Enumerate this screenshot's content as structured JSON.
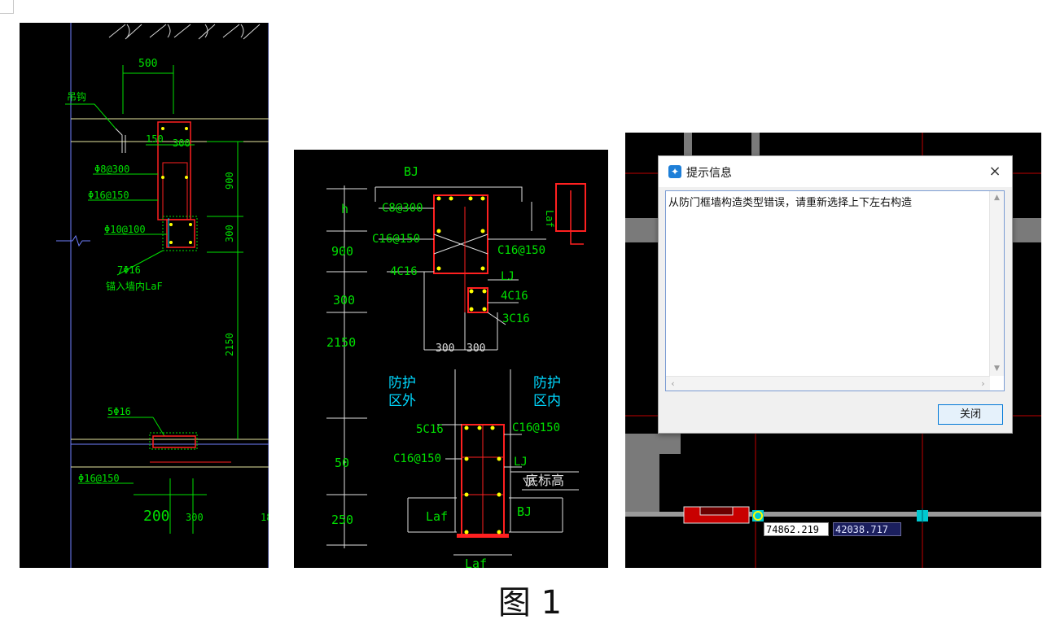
{
  "panel1": {
    "dims": {
      "top": "500",
      "w150": "150",
      "w300": "300",
      "h900": "900",
      "h300": "300",
      "h2150": "2150",
      "b200": "200",
      "b300": "300",
      "edge": "18"
    },
    "labels": {
      "hook": "吊钩",
      "rebar_a": "Φ8@300",
      "rebar_b": "Φ16@150",
      "rebar_c": "Φ10@100",
      "rebar_d_line1": "7Φ16",
      "rebar_d_line2": "锚入墙内LaF",
      "rebar_e": "5Φ16",
      "rebar_f": "Φ16@150"
    }
  },
  "panel2": {
    "labels": {
      "bj_top": "BJ",
      "h": "h",
      "c8": "C8@300",
      "c16_left": "C16@150",
      "c16_right": "C16@150",
      "d900": "900",
      "c4c16_a": "4C16",
      "lj_top": "LJ",
      "c4c16_b": "4C16",
      "d300": "300",
      "c3c16": "3C16",
      "d2150": "2150",
      "w300a": "300",
      "w300b": "300",
      "laf_side": "Laf",
      "out_1": "防护",
      "out_2": "区外",
      "in_1": "防护",
      "in_2": "区内",
      "c5c16": "5C16",
      "c16_b1": "C16@150",
      "c16_b2": "C16@150",
      "lj_bottom": "LJ",
      "d50": "50",
      "bottom_elev": "底标高",
      "laf_left": "Laf",
      "bj_bottom": "BJ",
      "d250": "250",
      "laf_bottom": "Laf"
    }
  },
  "panel3": {
    "dialog": {
      "title": "提示信息",
      "message": "从防门框墙构造类型错误，请重新选择上下左右构造",
      "close_button": "关闭",
      "close_icon": "×"
    },
    "coords": {
      "x": "74862.219",
      "y": "42038.717"
    }
  },
  "caption": "图 1",
  "colors": {
    "cad_green": "#00e000",
    "cad_cyan": "#00d8ff",
    "cad_red": "#ff2020",
    "cad_yellow": "#ffff00",
    "cad_white": "#ffffff"
  }
}
